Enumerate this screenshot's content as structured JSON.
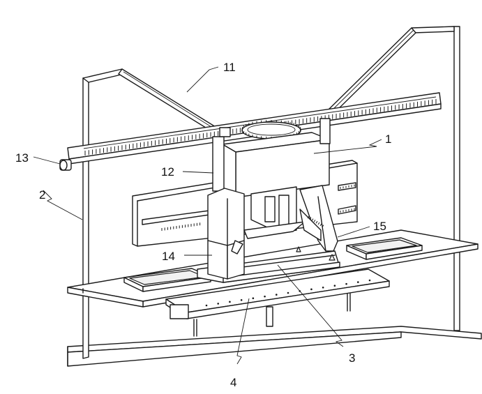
{
  "callouts": [
    {
      "id": "1",
      "text": "1"
    },
    {
      "id": "2",
      "text": "2"
    },
    {
      "id": "3",
      "text": "3"
    },
    {
      "id": "4",
      "text": "4"
    },
    {
      "id": "11",
      "text": "11"
    },
    {
      "id": "12",
      "text": "12"
    },
    {
      "id": "13",
      "text": "13"
    },
    {
      "id": "14",
      "text": "14"
    },
    {
      "id": "15",
      "text": "15"
    }
  ]
}
